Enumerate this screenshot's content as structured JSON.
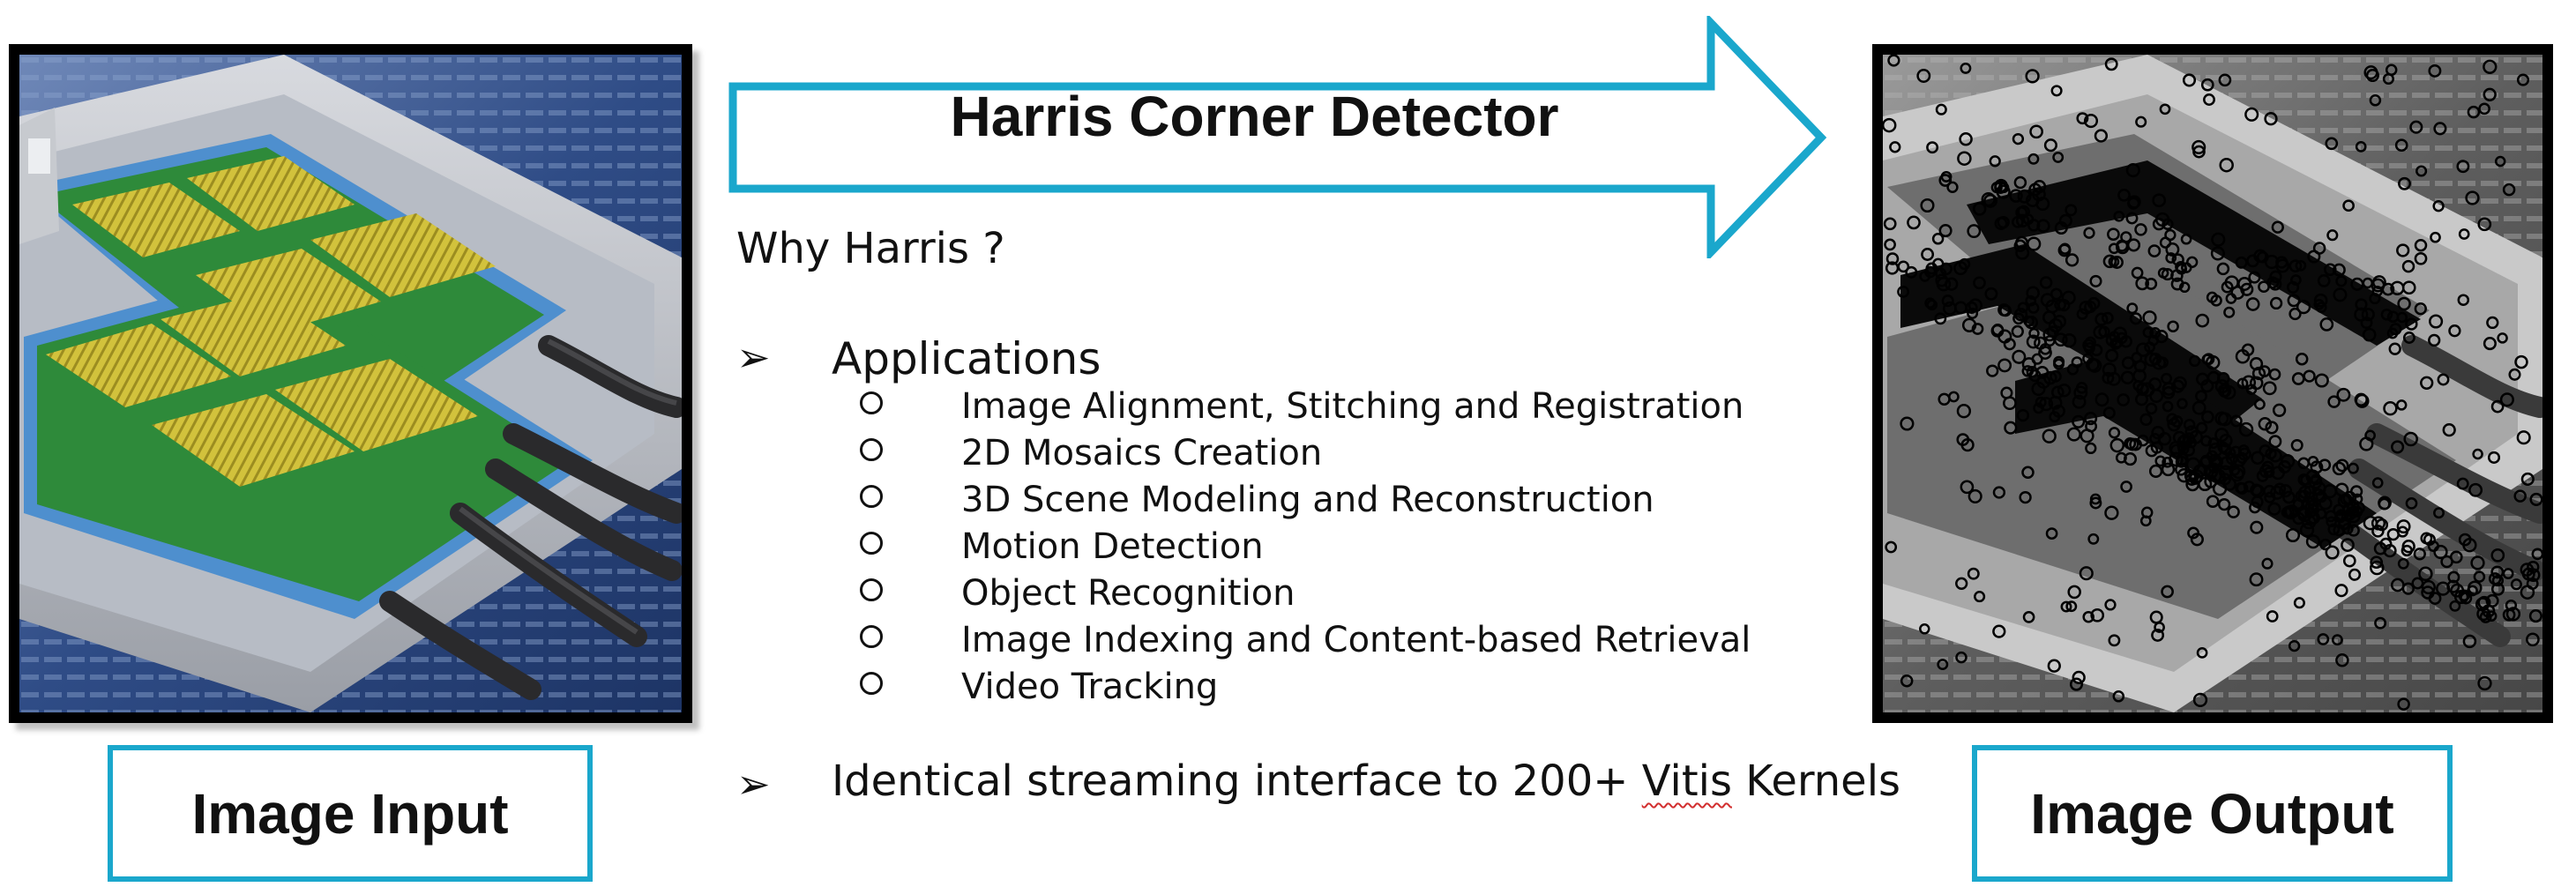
{
  "diagram": {
    "arrow_title": "Harris Corner Detector",
    "input_label": "Image Input",
    "output_label": "Image Output",
    "why": "Why Harris ?",
    "bullet_symbol": "➢",
    "applications_heading": "Applications",
    "applications": [
      "Image Alignment, Stitching and Registration",
      "2D Mosaics Creation",
      "3D Scene Modeling and Reconstruction",
      "Motion Detection",
      "Object Recognition",
      "Image Indexing and Content-based Retrieval",
      "Video Tracking"
    ],
    "interface_before": "Identical streaming interface to 200+ ",
    "interface_flagged": "Vitis",
    "interface_after": " Kernels"
  },
  "colors": {
    "accent": "#1aa7cc",
    "frame": "#000000",
    "text": "#111111",
    "spellcheck": "#d23030"
  },
  "icons": {
    "bullet": "arrowhead-bullet-icon",
    "sub_bullet": "hollow-circle-icon",
    "flow": "right-arrow-icon"
  }
}
